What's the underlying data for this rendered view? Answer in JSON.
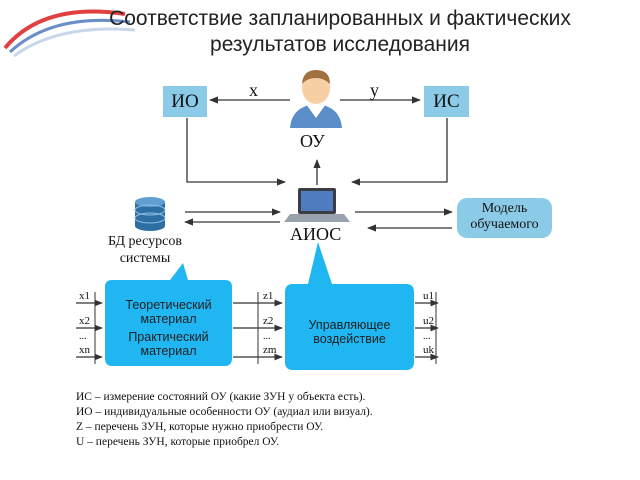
{
  "title": {
    "line1": "Соответствие запланированных и фактических",
    "line2": "результатов исследования"
  },
  "nodes": {
    "io": "ИО",
    "is": "ИС",
    "ou": "ОУ",
    "aios": "АИОС",
    "db_line1": "БД ресурсов",
    "db_line2": "системы",
    "model_line1": "Модель",
    "model_line2": "обучаемого"
  },
  "edges": {
    "x": "x",
    "y": "y"
  },
  "bubble_left": {
    "line1": "Теоретический",
    "line2": "материал",
    "line3": "Практический",
    "line4": "материал"
  },
  "bubble_right": {
    "line1": "Управляющее",
    "line2": "воздействие"
  },
  "inputs": [
    "x1",
    "x2",
    "...",
    "xn"
  ],
  "mids": [
    "z1",
    "z2",
    "...",
    "zm"
  ],
  "outputs": [
    "u1",
    "u2",
    "...",
    "uk"
  ],
  "legend": [
    "ИС – измерение состояний ОУ (какие ЗУН у объекта есть).",
    "ИО – индивидуальные особенности ОУ (аудиал или визуал).",
    "Z – перечень ЗУН, которые нужно приобрести ОУ.",
    "U – перечень ЗУН, которые приобрел ОУ."
  ],
  "colors": {
    "box": "#8ccbe8",
    "bubble": "#1fb6f2",
    "arrow": "#333333"
  }
}
